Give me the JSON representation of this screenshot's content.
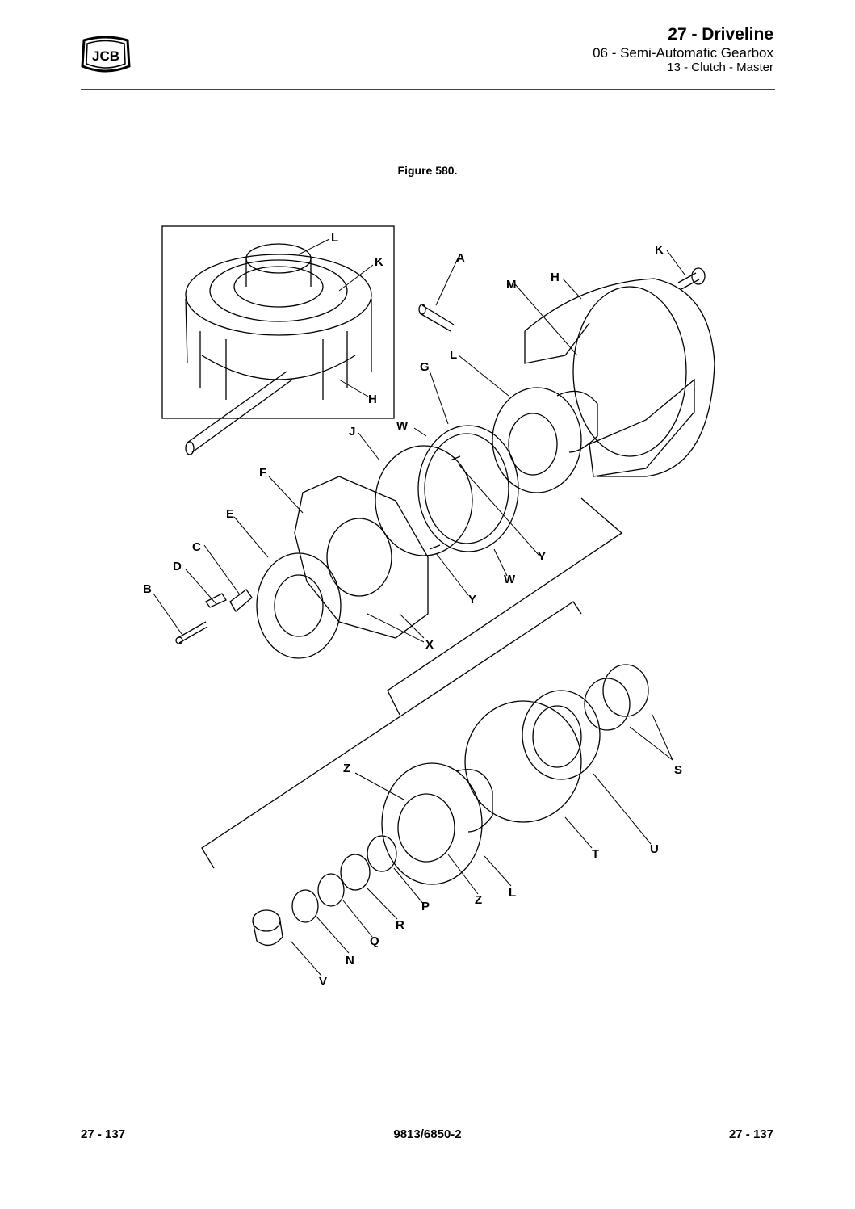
{
  "header": {
    "brand": "JCB",
    "title": "27 - Driveline",
    "subtitle": "06 - Semi-Automatic Gearbox",
    "section": "13 - Clutch - Master"
  },
  "figure": {
    "caption": "Figure 580.",
    "callouts": {
      "L1": "L",
      "K1": "K",
      "H1": "H",
      "A": "A",
      "K2": "K",
      "H2": "H",
      "M": "M",
      "G": "G",
      "L2": "L",
      "W1": "W",
      "J": "J",
      "F": "F",
      "E": "E",
      "C": "C",
      "D": "D",
      "B": "B",
      "Y1": "Y",
      "Y2": "Y",
      "W2": "W",
      "X": "X",
      "S": "S",
      "Z1": "Z",
      "U": "U",
      "T": "T",
      "L3": "L",
      "Z2": "Z",
      "P": "P",
      "R": "R",
      "Q": "Q",
      "N": "N",
      "V": "V"
    }
  },
  "footer": {
    "page_left": "27 - 137",
    "doc_number": "9813/6850-2",
    "page_right": "27 - 137"
  }
}
